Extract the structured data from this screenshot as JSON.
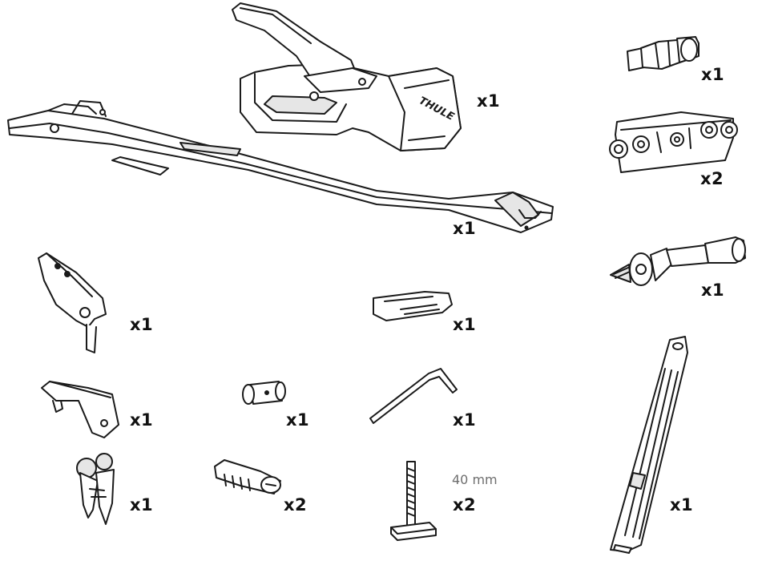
{
  "brand": "THULE",
  "parts": [
    {
      "id": "fork-mount",
      "icon": "fork-mount-icon",
      "quantity": "x1"
    },
    {
      "id": "bike-tray",
      "icon": "bike-tray-icon",
      "quantity": "x1"
    },
    {
      "id": "adapter-plug",
      "icon": "adapter-plug-icon",
      "quantity": "x1"
    },
    {
      "id": "adapter-kit",
      "icon": "adapter-kit-icon",
      "quantity": "x2"
    },
    {
      "id": "thru-axle-adapter",
      "icon": "thru-axle-adapter-icon",
      "quantity": "x1"
    },
    {
      "id": "wheel-holder",
      "icon": "wheel-holder-icon",
      "quantity": "x1"
    },
    {
      "id": "strap-clip",
      "icon": "strap-clip-icon",
      "quantity": "x1"
    },
    {
      "id": "wheel-strap",
      "icon": "wheel-strap-icon",
      "quantity": "x1"
    },
    {
      "id": "end-cap",
      "icon": "end-cap-icon",
      "quantity": "x1"
    },
    {
      "id": "spacer",
      "icon": "spacer-icon",
      "quantity": "x1"
    },
    {
      "id": "hex-key",
      "icon": "hex-key-icon",
      "quantity": "x1"
    },
    {
      "id": "keys",
      "icon": "keys-icon",
      "quantity": "x1"
    },
    {
      "id": "lock-cylinder",
      "icon": "lock-cylinder-icon",
      "quantity": "x2"
    },
    {
      "id": "t-bolt",
      "icon": "t-bolt-icon",
      "quantity": "x2",
      "dimension": "40 mm"
    }
  ],
  "colors": {
    "line": "#1a1a1a",
    "fill": "#ffffff",
    "shade": "#e6e6e6",
    "text": "#111111",
    "dimension_text": "#6e6e6e"
  }
}
